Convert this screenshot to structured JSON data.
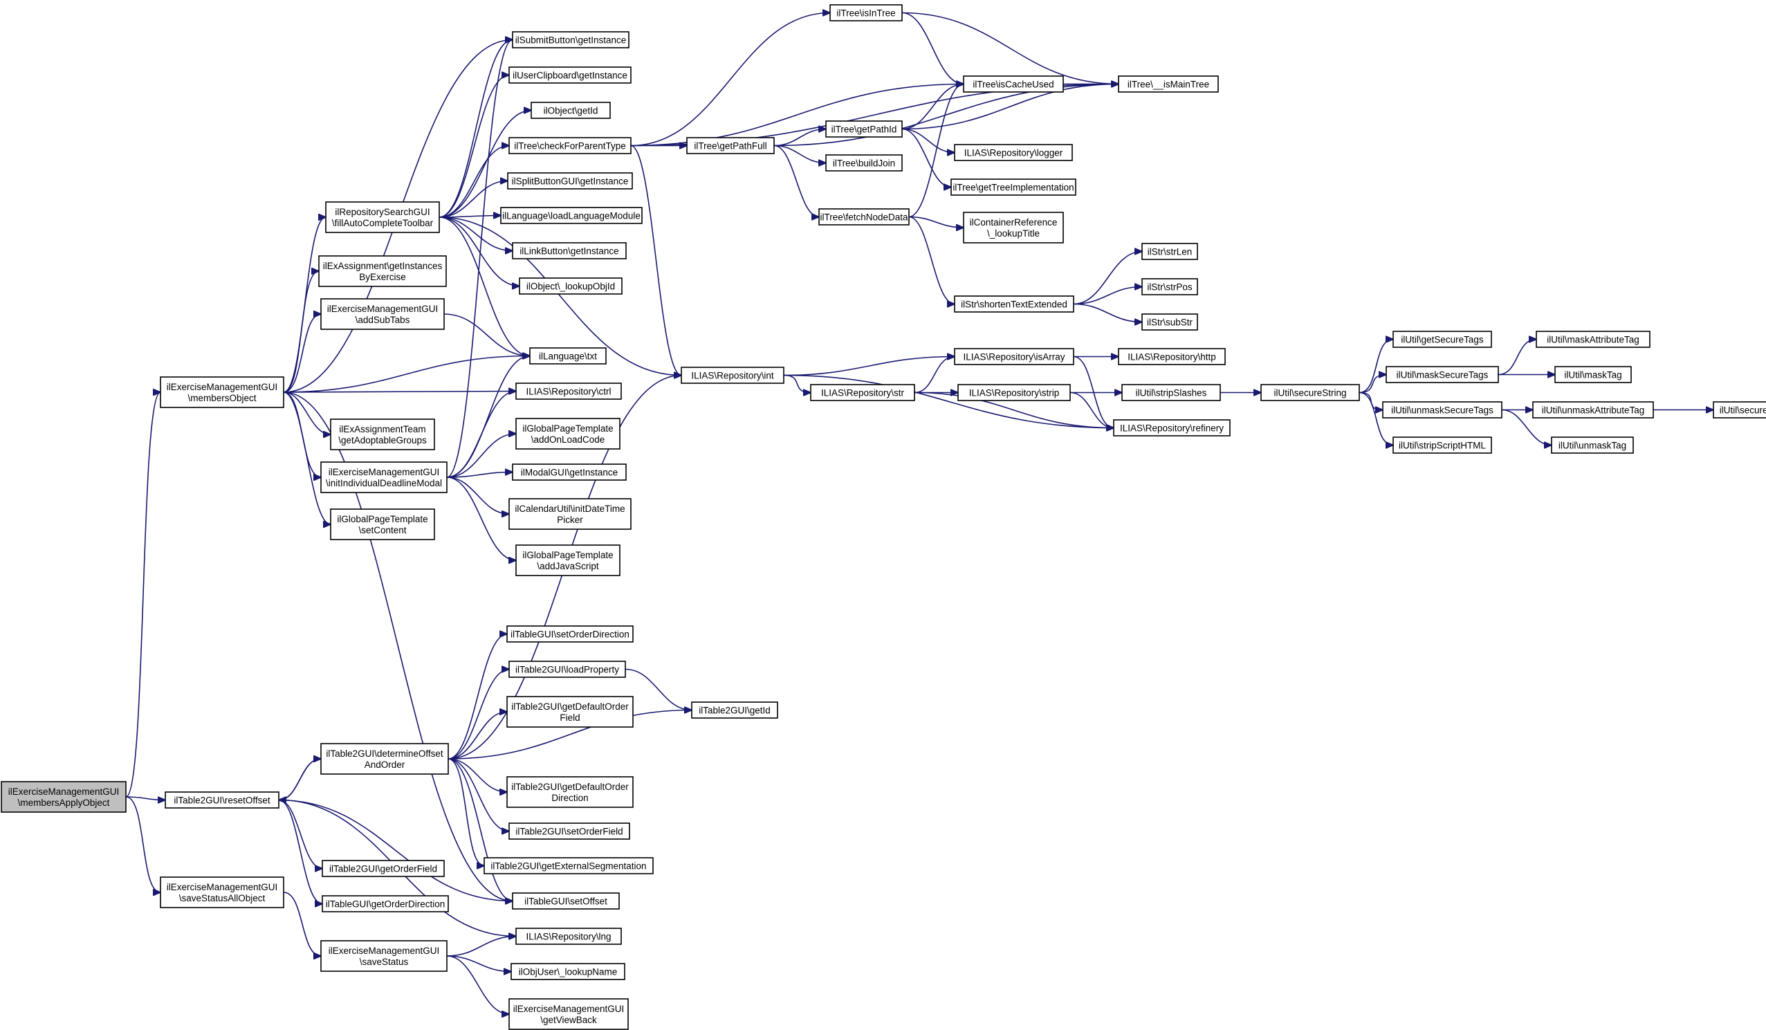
{
  "diagram": {
    "nodes": [
      {
        "id": "membersApply",
        "lines": [
          "ilExerciseManagementGUI",
          "\\membersApplyObject"
        ],
        "root": true
      },
      {
        "id": "membersObject",
        "lines": [
          "ilExerciseManagementGUI",
          "\\membersObject"
        ]
      },
      {
        "id": "resetOffset",
        "lines": [
          "ilTable2GUI\\resetOffset"
        ]
      },
      {
        "id": "saveStatusAll",
        "lines": [
          "ilExerciseManagementGUI",
          "\\saveStatusAllObject"
        ]
      },
      {
        "id": "fillAuto",
        "lines": [
          "ilRepositorySearchGUI",
          "\\fillAutoCompleteToolbar"
        ]
      },
      {
        "id": "getInstancesByEx",
        "lines": [
          "ilExAssignment\\getInstances",
          "ByExercise"
        ]
      },
      {
        "id": "addSubTabs",
        "lines": [
          "ilExerciseManagementGUI",
          "\\addSubTabs"
        ]
      },
      {
        "id": "getAdoptable",
        "lines": [
          "ilExAssignmentTeam",
          "\\getAdoptableGroups"
        ]
      },
      {
        "id": "initDeadline",
        "lines": [
          "ilExerciseManagementGUI",
          "\\initIndividualDeadlineModal"
        ]
      },
      {
        "id": "setContent",
        "lines": [
          "ilGlobalPageTemplate",
          "\\setContent"
        ]
      },
      {
        "id": "determineOffset",
        "lines": [
          "ilTable2GUI\\determineOffset",
          "AndOrder"
        ]
      },
      {
        "id": "getOrderField",
        "lines": [
          "ilTable2GUI\\getOrderField"
        ]
      },
      {
        "id": "getOrderDir",
        "lines": [
          "ilTableGUI\\getOrderDirection"
        ]
      },
      {
        "id": "saveStatus",
        "lines": [
          "ilExerciseManagementGUI",
          "\\saveStatus"
        ]
      },
      {
        "id": "submitBtn",
        "lines": [
          "ilSubmitButton\\getInstance"
        ]
      },
      {
        "id": "userClip",
        "lines": [
          "ilUserClipboard\\getInstance"
        ]
      },
      {
        "id": "objGetId",
        "lines": [
          "ilObject\\getId"
        ]
      },
      {
        "id": "checkParent",
        "lines": [
          "ilTree\\checkForParentType"
        ]
      },
      {
        "id": "splitBtn",
        "lines": [
          "ilSplitButtonGUI\\getInstance"
        ]
      },
      {
        "id": "loadLang",
        "lines": [
          "ilLanguage\\loadLanguageModule"
        ]
      },
      {
        "id": "linkBtn",
        "lines": [
          "ilLinkButton\\getInstance"
        ]
      },
      {
        "id": "lookupObjId",
        "lines": [
          "ilObject\\_lookupObjId"
        ]
      },
      {
        "id": "langTxt",
        "lines": [
          "ilLanguage\\txt"
        ]
      },
      {
        "id": "repoCtrl",
        "lines": [
          "ILIAS\\Repository\\ctrl"
        ]
      },
      {
        "id": "addOnLoad",
        "lines": [
          "ilGlobalPageTemplate",
          "\\addOnLoadCode"
        ]
      },
      {
        "id": "modalGet",
        "lines": [
          "ilModalGUI\\getInstance"
        ]
      },
      {
        "id": "calInit",
        "lines": [
          "ilCalendarUtil\\initDateTime",
          "Picker"
        ]
      },
      {
        "id": "addJS",
        "lines": [
          "ilGlobalPageTemplate",
          "\\addJavaScript"
        ]
      },
      {
        "id": "setOrderDir",
        "lines": [
          "ilTableGUI\\setOrderDirection"
        ]
      },
      {
        "id": "loadProp",
        "lines": [
          "ilTable2GUI\\loadProperty"
        ]
      },
      {
        "id": "getDefOrderField",
        "lines": [
          "ilTable2GUI\\getDefaultOrder",
          "Field"
        ]
      },
      {
        "id": "getDefOrderDir",
        "lines": [
          "ilTable2GUI\\getDefaultOrder",
          "Direction"
        ]
      },
      {
        "id": "setOrderField",
        "lines": [
          "ilTable2GUI\\setOrderField"
        ]
      },
      {
        "id": "getExtSeg",
        "lines": [
          "ilTable2GUI\\getExternalSegmentation"
        ]
      },
      {
        "id": "setOffset",
        "lines": [
          "ilTableGUI\\setOffset"
        ]
      },
      {
        "id": "repoLng",
        "lines": [
          "ILIAS\\Repository\\lng"
        ]
      },
      {
        "id": "lookupName",
        "lines": [
          "ilObjUser\\_lookupName"
        ]
      },
      {
        "id": "getViewBack",
        "lines": [
          "ilExerciseManagementGUI",
          "\\getViewBack"
        ]
      },
      {
        "id": "tbl2GetId",
        "lines": [
          "ilTable2GUI\\getId"
        ]
      },
      {
        "id": "repoInt",
        "lines": [
          "ILIAS\\Repository\\int"
        ]
      },
      {
        "id": "isInTree",
        "lines": [
          "ilTree\\isInTree"
        ]
      },
      {
        "id": "getPathFull",
        "lines": [
          "ilTree\\getPathFull"
        ]
      },
      {
        "id": "getPathId",
        "lines": [
          "ilTree\\getPathId"
        ]
      },
      {
        "id": "buildJoin",
        "lines": [
          "ilTree\\buildJoin"
        ]
      },
      {
        "id": "fetchNode",
        "lines": [
          "ilTree\\fetchNodeData"
        ]
      },
      {
        "id": "repoStr",
        "lines": [
          "ILIAS\\Repository\\str"
        ]
      },
      {
        "id": "isCacheUsed",
        "lines": [
          "ilTree\\isCacheUsed"
        ]
      },
      {
        "id": "repoLogger",
        "lines": [
          "ILIAS\\Repository\\logger"
        ]
      },
      {
        "id": "getTreeImpl",
        "lines": [
          "ilTree\\getTreeImplementation"
        ]
      },
      {
        "id": "lookupTitle",
        "lines": [
          "ilContainerReference",
          "\\_lookupTitle"
        ]
      },
      {
        "id": "shortenText",
        "lines": [
          "ilStr\\shortenTextExtended"
        ]
      },
      {
        "id": "repoIsArray",
        "lines": [
          "ILIAS\\Repository\\isArray"
        ]
      },
      {
        "id": "repoStrip",
        "lines": [
          "ILIAS\\Repository\\strip"
        ]
      },
      {
        "id": "repoRefinery",
        "lines": [
          "ILIAS\\Repository\\refinery"
        ]
      },
      {
        "id": "isMainTree",
        "lines": [
          "ilTree\\__isMainTree"
        ]
      },
      {
        "id": "strLen",
        "lines": [
          "ilStr\\strLen"
        ]
      },
      {
        "id": "strPos",
        "lines": [
          "ilStr\\strPos"
        ]
      },
      {
        "id": "subStr",
        "lines": [
          "ilStr\\subStr"
        ]
      },
      {
        "id": "repoHttp",
        "lines": [
          "ILIAS\\Repository\\http"
        ]
      },
      {
        "id": "stripSlashes",
        "lines": [
          "ilUtil\\stripSlashes"
        ]
      },
      {
        "id": "secureString",
        "lines": [
          "ilUtil\\secureString"
        ]
      },
      {
        "id": "getSecureTags",
        "lines": [
          "ilUtil\\getSecureTags"
        ]
      },
      {
        "id": "maskSecureTags",
        "lines": [
          "ilUtil\\maskSecureTags"
        ]
      },
      {
        "id": "unmaskSecureTags",
        "lines": [
          "ilUtil\\unmaskSecureTags"
        ]
      },
      {
        "id": "stripScript",
        "lines": [
          "ilUtil\\stripScriptHTML"
        ]
      },
      {
        "id": "maskAttrTag",
        "lines": [
          "ilUtil\\maskAttributeTag"
        ]
      },
      {
        "id": "maskTag",
        "lines": [
          "ilUtil\\maskTag"
        ]
      },
      {
        "id": "unmaskAttrTag",
        "lines": [
          "ilUtil\\unmaskAttributeTag"
        ]
      },
      {
        "id": "unmaskTag",
        "lines": [
          "ilUtil\\unmaskTag"
        ]
      },
      {
        "id": "secureLink",
        "lines": [
          "ilUtil\\secureLink"
        ]
      }
    ],
    "edges": [
      [
        "membersApply",
        "membersObject"
      ],
      [
        "membersApply",
        "resetOffset"
      ],
      [
        "membersApply",
        "saveStatusAll"
      ],
      [
        "membersObject",
        "fillAuto"
      ],
      [
        "membersObject",
        "getInstancesByEx"
      ],
      [
        "membersObject",
        "addSubTabs"
      ],
      [
        "membersObject",
        "getAdoptable"
      ],
      [
        "membersObject",
        "initDeadline"
      ],
      [
        "membersObject",
        "setContent"
      ],
      [
        "membersObject",
        "submitBtn"
      ],
      [
        "membersObject",
        "langTxt"
      ],
      [
        "membersObject",
        "repoCtrl"
      ],
      [
        "membersObject",
        "setOffset"
      ],
      [
        "resetOffset",
        "determineOffset"
      ],
      [
        "resetOffset",
        "getOrderField"
      ],
      [
        "resetOffset",
        "getOrderDir"
      ],
      [
        "resetOffset",
        "setOffset"
      ],
      [
        "resetOffset",
        "repoLng"
      ],
      [
        "saveStatusAll",
        "saveStatus"
      ],
      [
        "fillAuto",
        "submitBtn"
      ],
      [
        "fillAuto",
        "userClip"
      ],
      [
        "fillAuto",
        "objGetId"
      ],
      [
        "fillAuto",
        "checkParent"
      ],
      [
        "fillAuto",
        "splitBtn"
      ],
      [
        "fillAuto",
        "loadLang"
      ],
      [
        "fillAuto",
        "linkBtn"
      ],
      [
        "fillAuto",
        "lookupObjId"
      ],
      [
        "fillAuto",
        "langTxt"
      ],
      [
        "fillAuto",
        "repoInt"
      ],
      [
        "addSubTabs",
        "langTxt"
      ],
      [
        "initDeadline",
        "submitBtn"
      ],
      [
        "initDeadline",
        "langTxt"
      ],
      [
        "initDeadline",
        "repoCtrl"
      ],
      [
        "initDeadline",
        "addOnLoad"
      ],
      [
        "initDeadline",
        "modalGet"
      ],
      [
        "initDeadline",
        "calInit"
      ],
      [
        "initDeadline",
        "addJS"
      ],
      [
        "determineOffset",
        "resetOffset"
      ],
      [
        "determineOffset",
        "repoInt"
      ],
      [
        "determineOffset",
        "setOrderDir"
      ],
      [
        "determineOffset",
        "loadProp"
      ],
      [
        "determineOffset",
        "getDefOrderField"
      ],
      [
        "determineOffset",
        "tbl2GetId"
      ],
      [
        "determineOffset",
        "getDefOrderDir"
      ],
      [
        "determineOffset",
        "setOrderField"
      ],
      [
        "determineOffset",
        "getExtSeg"
      ],
      [
        "determineOffset",
        "setOffset"
      ],
      [
        "saveStatus",
        "repoLng"
      ],
      [
        "saveStatus",
        "lookupName"
      ],
      [
        "saveStatus",
        "getViewBack"
      ],
      [
        "loadProp",
        "tbl2GetId"
      ],
      [
        "checkParent",
        "isInTree"
      ],
      [
        "checkParent",
        "getPathFull"
      ],
      [
        "checkParent",
        "isCacheUsed"
      ],
      [
        "checkParent",
        "isMainTree"
      ],
      [
        "checkParent",
        "repoInt"
      ],
      [
        "isInTree",
        "isCacheUsed"
      ],
      [
        "isInTree",
        "isMainTree"
      ],
      [
        "getPathFull",
        "getPathId"
      ],
      [
        "getPathFull",
        "buildJoin"
      ],
      [
        "getPathFull",
        "fetchNode"
      ],
      [
        "getPathFull",
        "isMainTree"
      ],
      [
        "getPathId",
        "isCacheUsed"
      ],
      [
        "getPathId",
        "isMainTree"
      ],
      [
        "getPathId",
        "repoLogger"
      ],
      [
        "getPathId",
        "getTreeImpl"
      ],
      [
        "fetchNode",
        "isCacheUsed"
      ],
      [
        "fetchNode",
        "lookupTitle"
      ],
      [
        "fetchNode",
        "shortenText"
      ],
      [
        "isCacheUsed",
        "isMainTree"
      ],
      [
        "shortenText",
        "strLen"
      ],
      [
        "shortenText",
        "strPos"
      ],
      [
        "shortenText",
        "subStr"
      ],
      [
        "repoInt",
        "repoIsArray"
      ],
      [
        "repoInt",
        "repoStr"
      ],
      [
        "repoInt",
        "repoRefinery"
      ],
      [
        "repoStr",
        "repoIsArray"
      ],
      [
        "repoStr",
        "repoStrip"
      ],
      [
        "repoStr",
        "repoRefinery"
      ],
      [
        "repoIsArray",
        "repoHttp"
      ],
      [
        "repoIsArray",
        "repoRefinery"
      ],
      [
        "repoStrip",
        "stripSlashes"
      ],
      [
        "repoStrip",
        "repoRefinery"
      ],
      [
        "stripSlashes",
        "secureString"
      ],
      [
        "secureString",
        "getSecureTags"
      ],
      [
        "secureString",
        "maskSecureTags"
      ],
      [
        "secureString",
        "unmaskSecureTags"
      ],
      [
        "secureString",
        "stripScript"
      ],
      [
        "maskSecureTags",
        "maskAttrTag"
      ],
      [
        "maskSecureTags",
        "maskTag"
      ],
      [
        "unmaskSecureTags",
        "unmaskAttrTag"
      ],
      [
        "unmaskSecureTags",
        "unmaskTag"
      ],
      [
        "unmaskAttrTag",
        "secureLink"
      ]
    ]
  },
  "colors": {
    "edge": "#191970",
    "root_fill": "#bfbfbf",
    "node_fill": "#ffffff",
    "border": "#000000"
  }
}
